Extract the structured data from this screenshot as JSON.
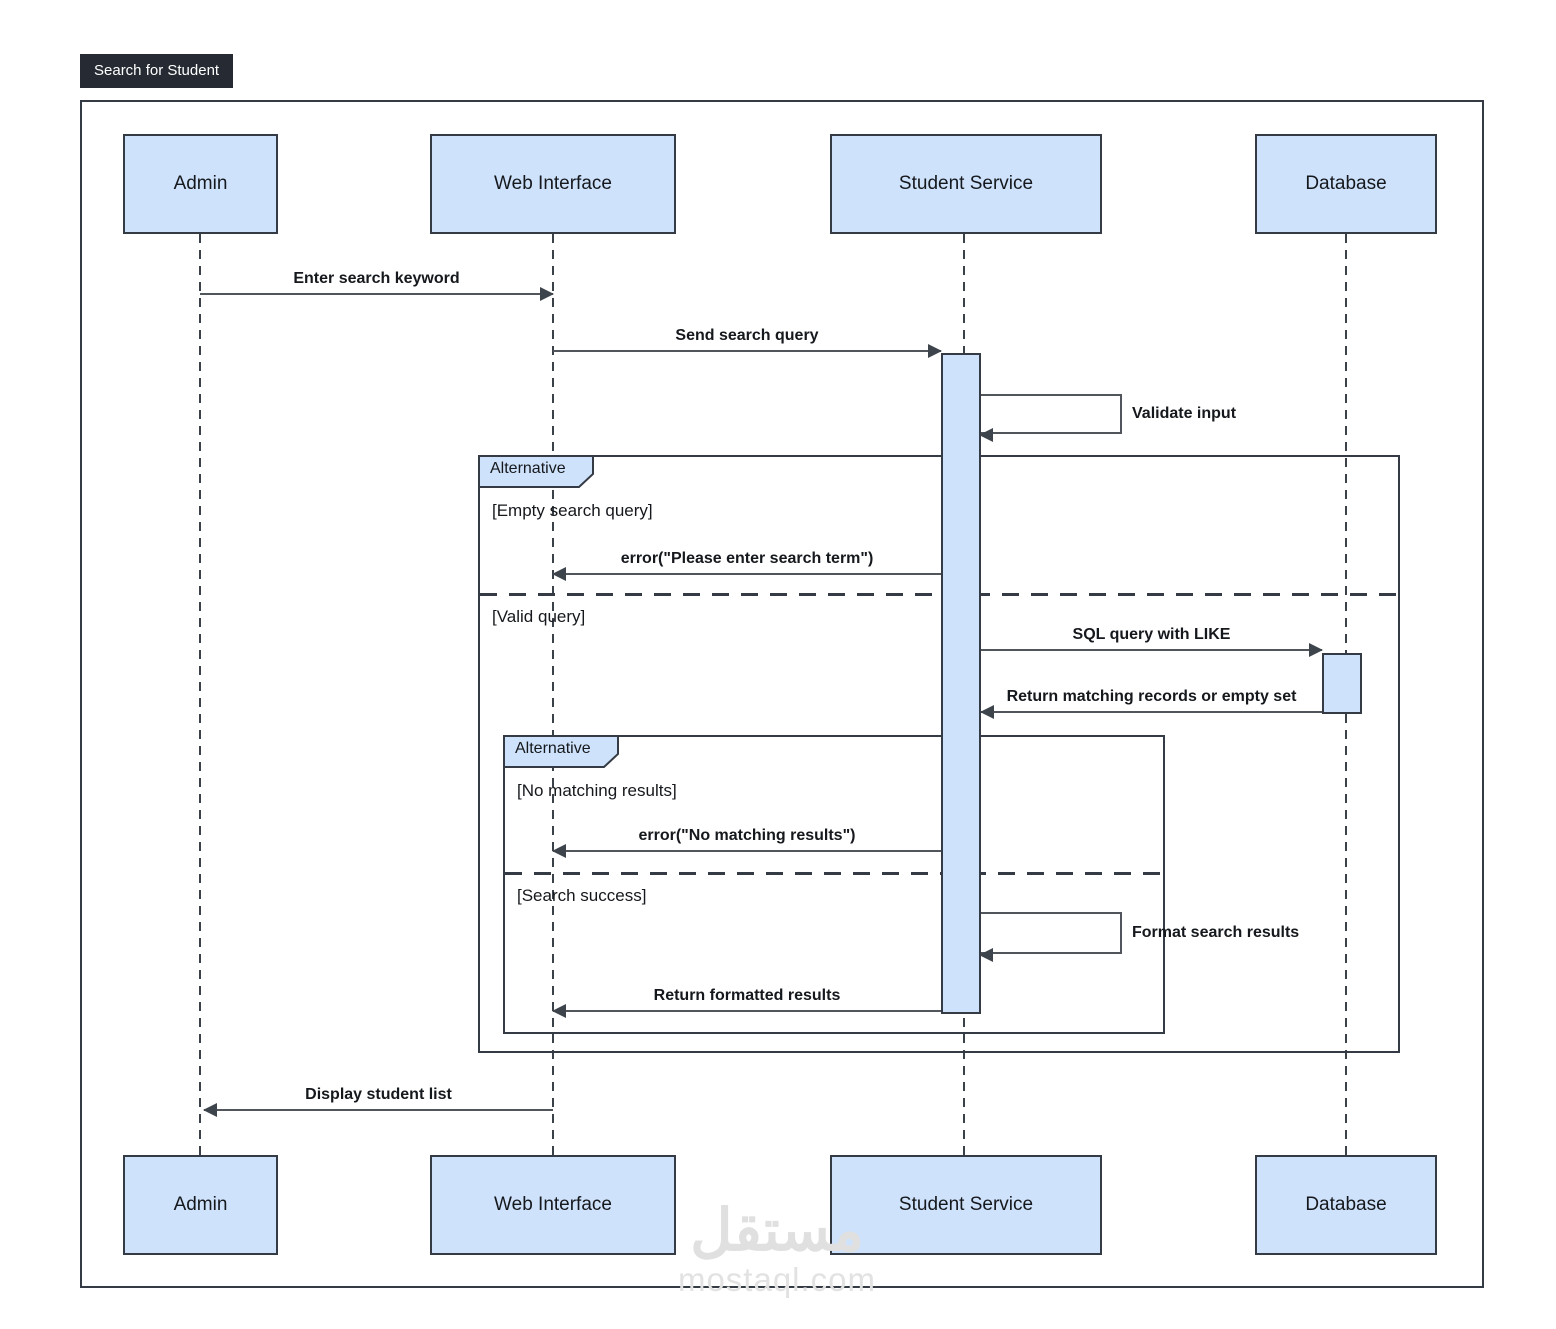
{
  "title": "Search for Student",
  "participants": [
    {
      "name": "Admin"
    },
    {
      "name": "Web Interface"
    },
    {
      "name": "Student Service"
    },
    {
      "name": "Database"
    }
  ],
  "messages": {
    "enter_search_keyword": "Enter search keyword",
    "send_search_query": "Send search query",
    "validate_input": "Validate input",
    "error_empty": "error(\"Please enter search term\")",
    "sql_query": "SQL query with LIKE",
    "return_records": "Return matching records or empty set",
    "error_no_match": "error(\"No matching results\")",
    "format_results": "Format search results",
    "return_formatted": "Return formatted results",
    "display_list": "Display student list"
  },
  "frames": {
    "outer": {
      "label": "Alternative",
      "guard_top": "[Empty search query]",
      "guard_bottom": "[Valid query]"
    },
    "inner": {
      "label": "Alternative",
      "guard_top": "[No matching results]",
      "guard_bottom": "[Search success]"
    }
  },
  "watermark": {
    "logo_text": "مستقل",
    "domain": "mostaql.com"
  },
  "colors": {
    "participant_fill": "#cfe2fb",
    "frame_border": "#343b44",
    "title_bg": "#262b33",
    "watermark_gray": "#e0e0e0"
  }
}
